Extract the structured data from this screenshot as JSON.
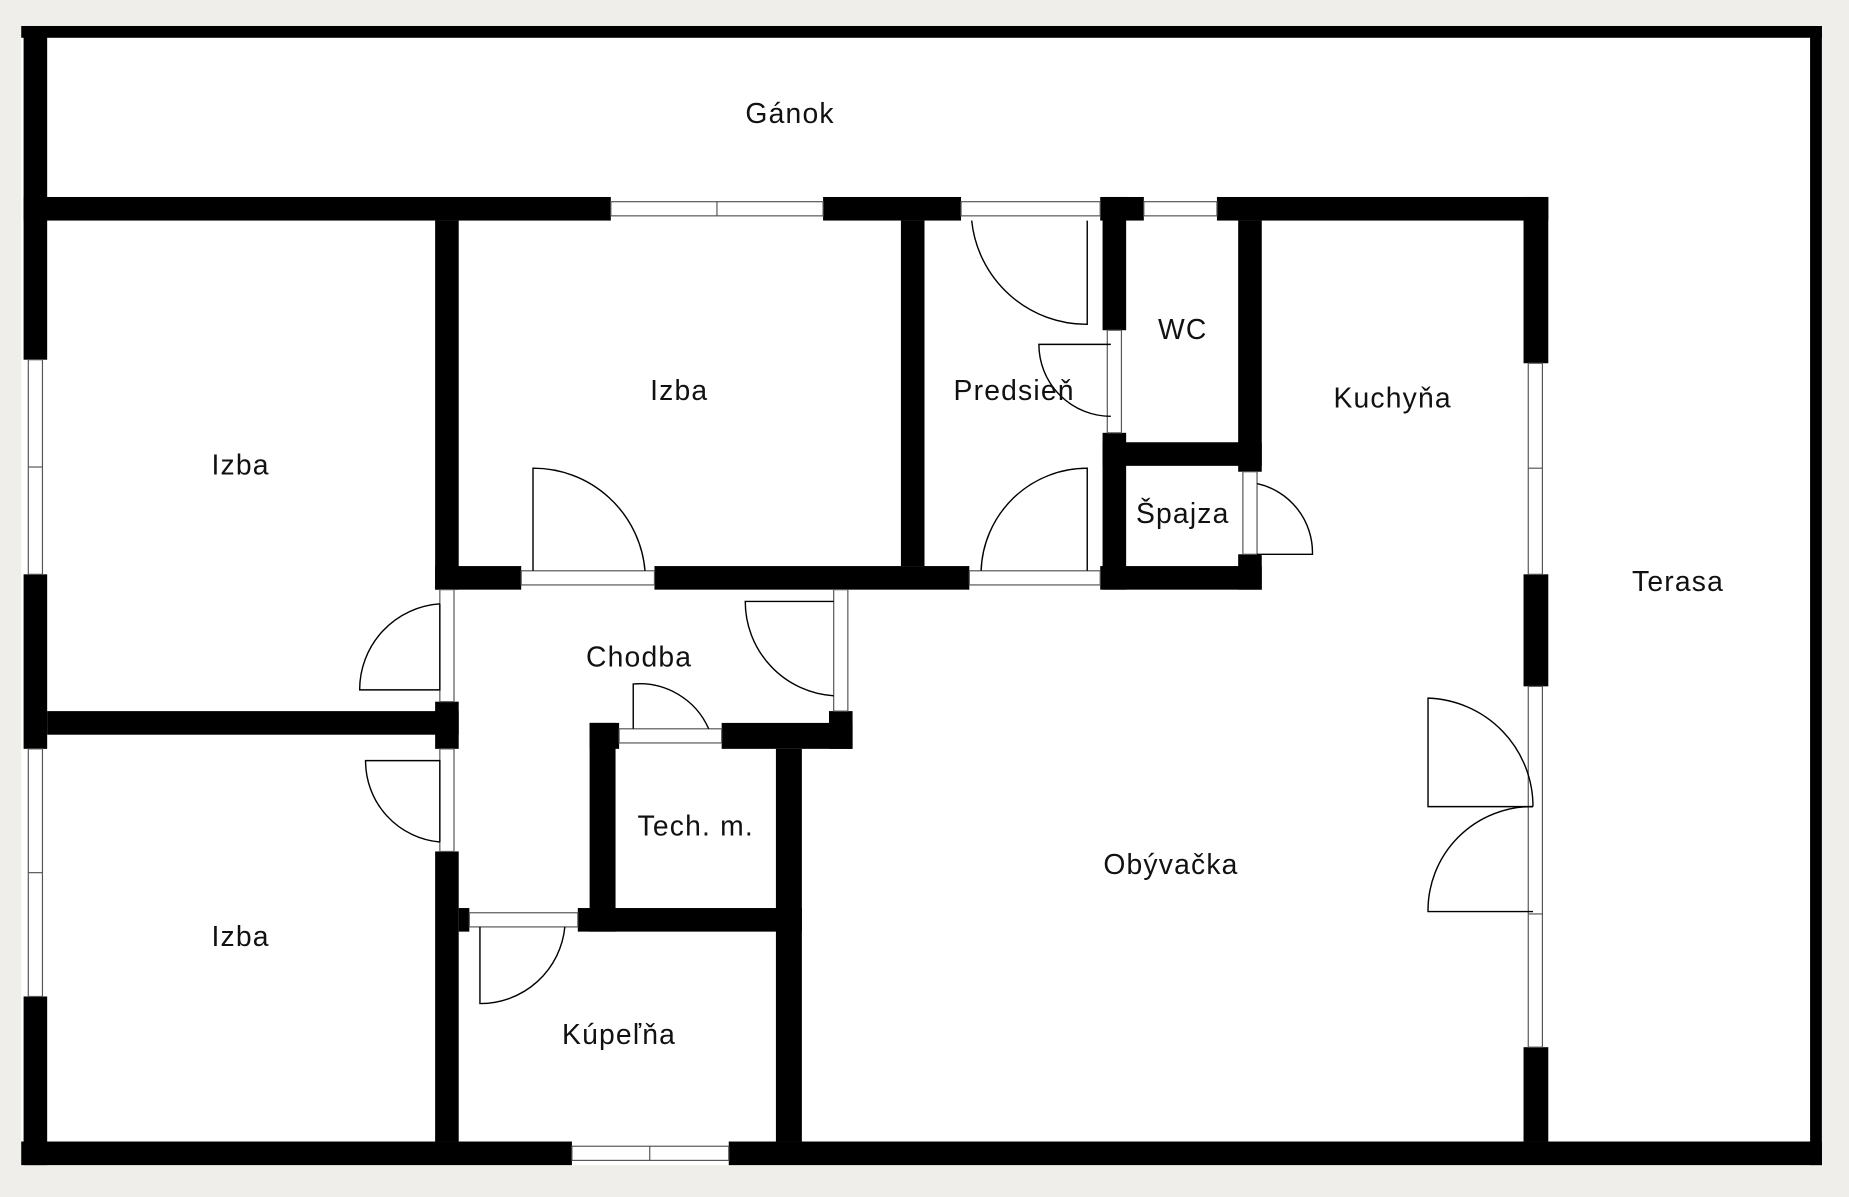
{
  "floor_plan": {
    "rooms": {
      "ganok": "Gánok",
      "izba_left_top": "Izba",
      "izba_middle": "Izba",
      "predsien": "Predsieň",
      "wc": "WC",
      "kuchyna": "Kuchyňa",
      "spajza": "Špajza",
      "terasa": "Terasa",
      "chodba": "Chodba",
      "tech": "Tech. m.",
      "obyvacka": "Obývačka",
      "izba_left_bottom": "Izba",
      "kupelna": "Kúpeľňa"
    },
    "colors": {
      "wall": "#000000",
      "floor": "#ffffff",
      "background": "#efeeea"
    }
  }
}
